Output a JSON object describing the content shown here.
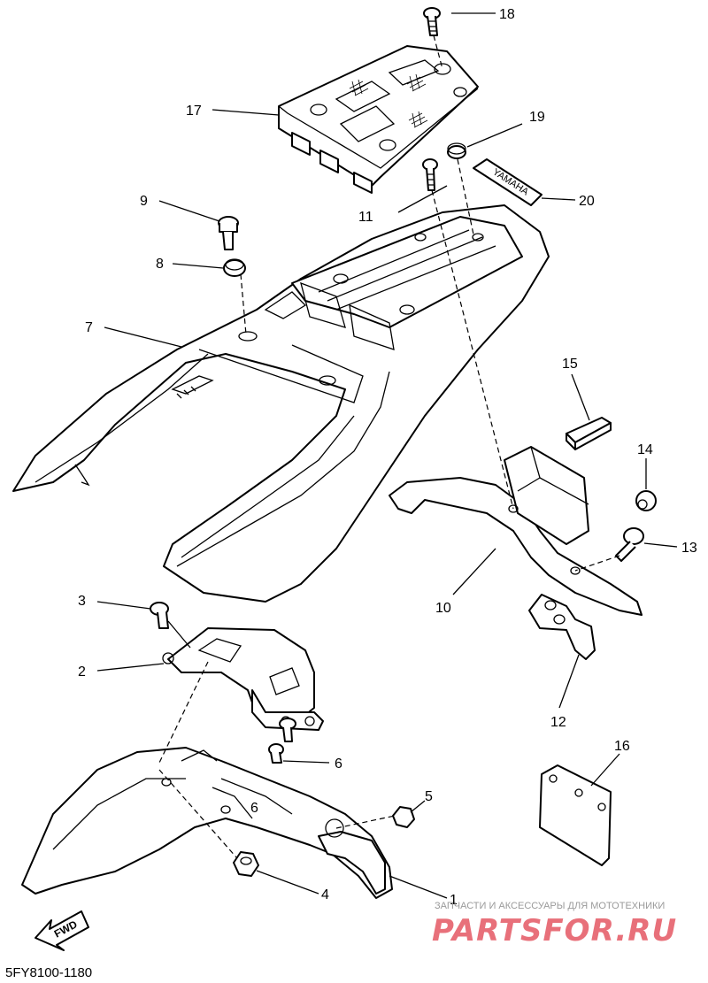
{
  "callouts": {
    "c1": "1",
    "c2": "2",
    "c3": "3",
    "c4": "4",
    "c5": "5",
    "c6": "6",
    "c7": "7",
    "c8": "8",
    "c9": "9",
    "c10": "10",
    "c11": "11",
    "c12": "12",
    "c13": "13",
    "c14": "14",
    "c15": "15",
    "c16": "16",
    "c17": "17",
    "c18": "18",
    "c19": "19",
    "c20": "20"
  },
  "labels": {
    "decal_text": "YAMAHA",
    "fwd_text": "FWD",
    "fender_mark": "6"
  },
  "diagram_code": "5FY8100-1180",
  "watermark": {
    "line1": "ЗАПЧАСТИ И АКСЕССУАРЫ ДЛЯ МОТОТЕХНИКИ",
    "line2": "PARTSFOR.RU",
    "color": "#e8707a"
  }
}
